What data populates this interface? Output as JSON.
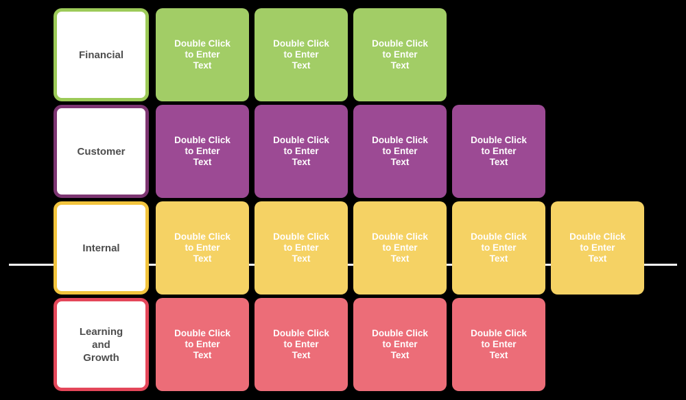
{
  "canvas": {
    "background": "#000000"
  },
  "divider": {
    "color": "#ffffff"
  },
  "card_placeholder_lines": [
    "Double Click",
    "to Enter",
    "Text"
  ],
  "text_colors": {
    "label": "#4d4d4d",
    "card": "#ffffff"
  },
  "rows": [
    {
      "name": "financial",
      "label_lines": [
        "Financial"
      ],
      "border_color": "#9cca58",
      "fill_color": "#a2cd66",
      "card_count": 3
    },
    {
      "name": "customer",
      "label_lines": [
        "Customer"
      ],
      "border_color": "#7d3572",
      "fill_color": "#9c4a94",
      "card_count": 4
    },
    {
      "name": "internal",
      "label_lines": [
        "Internal"
      ],
      "border_color": "#f2c43d",
      "fill_color": "#f5d264",
      "card_count": 5
    },
    {
      "name": "learning-and-growth",
      "label_lines": [
        "Learning",
        "and",
        "Growth"
      ],
      "border_color": "#e4475a",
      "fill_color": "#ec6d78",
      "card_count": 4
    }
  ]
}
